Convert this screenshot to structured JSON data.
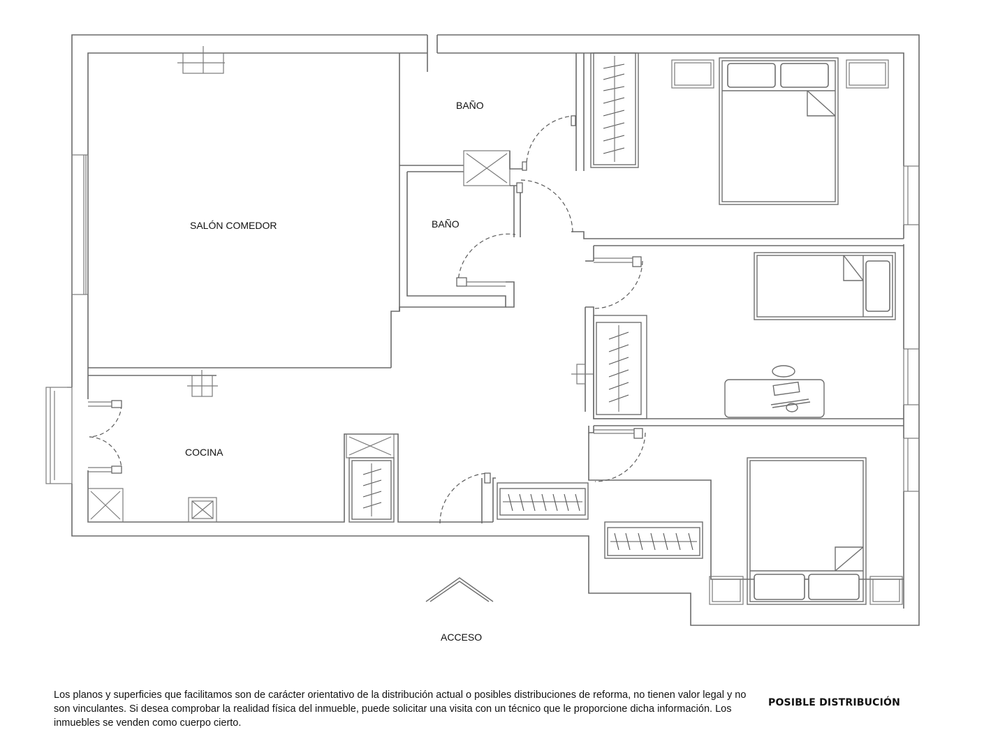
{
  "rooms": {
    "bano_1": "BAÑO",
    "bano_2": "BAÑO",
    "salon": "SALÓN COMEDOR",
    "cocina": "COCINA",
    "acceso": "ACCESO"
  },
  "footer": {
    "disclaimer": "Los planos y superficies que facilitamos son de carácter orientativo de la distribución actual o posibles distribuciones de reforma, no tienen valor legal y no son vinculantes. Si desea comprobar la realidad física del inmueble, puede solicitar una visita con un técnico que le proporcione dicha información. Los inmuebles se venden como cuerpo cierto.",
    "title": "POSIBLE DISTRIBUCIÓN"
  }
}
